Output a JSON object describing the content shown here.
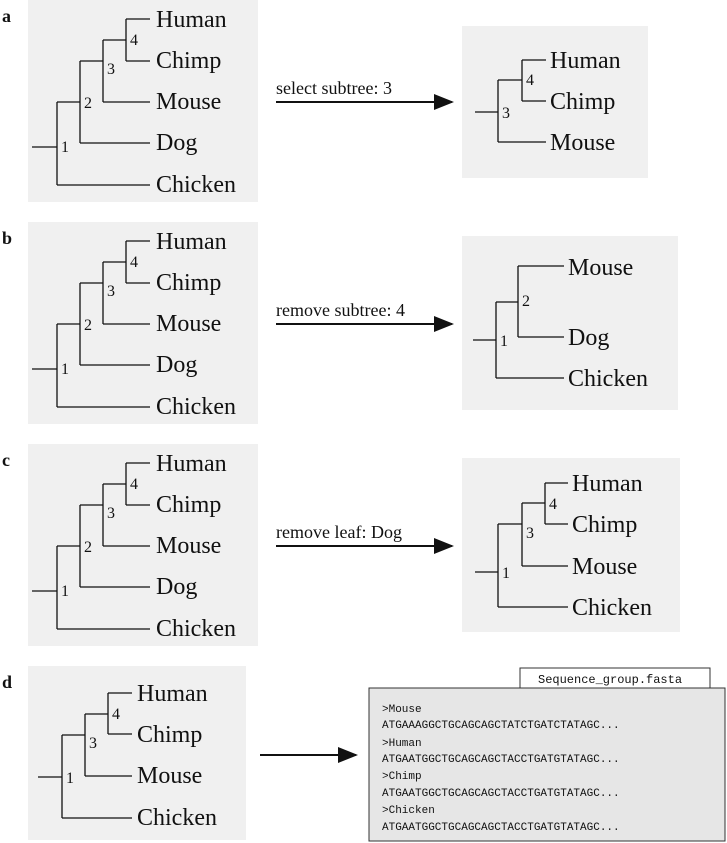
{
  "panels": {
    "a": {
      "letter": "a",
      "operation": "select subtree: 3"
    },
    "b": {
      "letter": "b",
      "operation": "remove subtree: 4"
    },
    "c": {
      "letter": "c",
      "operation": "remove leaf: Dog"
    },
    "d": {
      "letter": "d"
    }
  },
  "taxa": {
    "human": "Human",
    "chimp": "Chimp",
    "mouse": "Mouse",
    "dog": "Dog",
    "chicken": "Chicken"
  },
  "nodes": {
    "n1": "1",
    "n2": "2",
    "n3": "3",
    "n4": "4"
  },
  "fasta": {
    "filename": "Sequence_group.fasta",
    "lines": [
      ">Mouse",
      "ATGAAAGGCTGCAGCAGCTATCTGATCTATAGC...",
      ">Human",
      "ATGAATGGCTGCAGCAGCTACCTGATGTATAGC...",
      ">Chimp",
      "ATGAATGGCTGCAGCAGCTACCTGATGTATAGC...",
      ">Chicken",
      "ATGAATGGCTGCAGCAGCTACCTGATGTATAGC..."
    ]
  },
  "colors": {
    "panel_bg": "#f0f0f0",
    "line": "#111111",
    "fasta_bg": "#e6e6e6"
  }
}
